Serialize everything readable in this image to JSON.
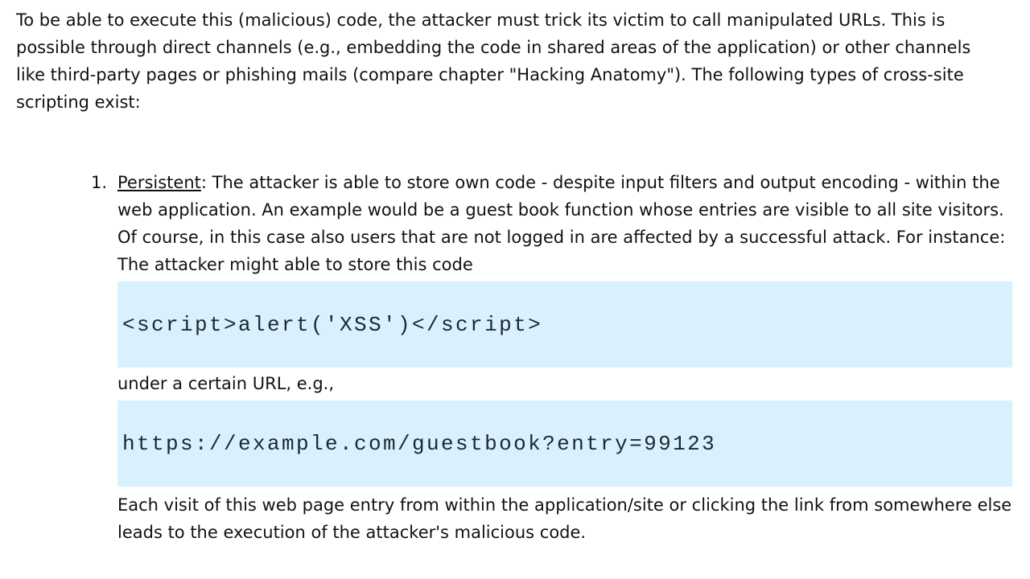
{
  "page": {
    "intro": "To be able to execute this (malicious) code, the attacker must trick its victim to call manipulated URLs. This is possible through direct channels (e.g., embedding the code in shared areas of the application) or other channels like third-party pages or phishing mails (compare chapter \"Hacking Anatomy\"). The following types of cross-site scripting exist:",
    "list": {
      "marker": "1.",
      "term": "Persistent",
      "description": ": The attacker is able to store own code - despite input filters and output encoding - within the web application. An example would be a guest book function whose entries are visible to all site visitors. Of course, in this case also users that are not logged in are affected by a successful attack. For instance: The attacker might able to store this code",
      "code_snippet": "<script>alert('XSS')</script>",
      "middle_text": "under a certain URL, e.g.,",
      "url_snippet": "https://example.com/guestbook?entry=99123",
      "closing_text": "Each visit of this web page entry from within the application/site or clicking the link from somewhere else leads to the execution of the attacker's malicious code."
    }
  },
  "colors": {
    "code_block_bg": "#d9f1fd",
    "text": "#111111",
    "background": "#ffffff"
  }
}
